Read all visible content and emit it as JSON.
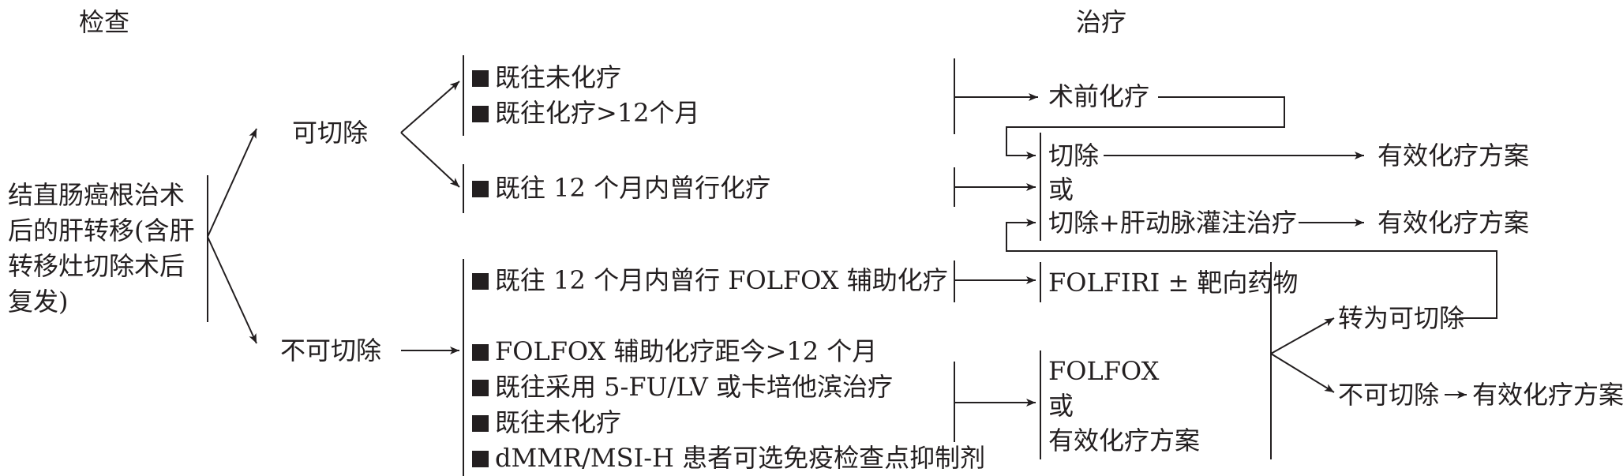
{
  "headers": {
    "exam": "检查",
    "treatment": "治疗"
  },
  "root": {
    "lines": [
      "结直肠癌根治术",
      "后的肝转移(含肝",
      "转移灶切除术后",
      "复发)"
    ]
  },
  "branches": {
    "resectable": "可切除",
    "unresectable": "不可切除"
  },
  "resectable_conditions": {
    "group1": [
      "既往未化疗",
      "既往化疗>12个月"
    ],
    "group2": [
      "既往 12 个月内曾行化疗"
    ]
  },
  "unresectable_conditions": {
    "group1": [
      "既往 12 个月内曾行 FOLFOX 辅助化疗"
    ],
    "group2": [
      "FOLFOX 辅助化疗距今>12 个月",
      "既往采用 5-FU/LV 或卡培他滨治疗",
      "既往未化疗",
      "dMMR/MSI-H 患者可选免疫检查点抑制剂"
    ]
  },
  "treatments": {
    "neoadjuvant": "术前化疗",
    "resection": "切除",
    "or": "或",
    "resection_hai": "切除+肝动脉灌注治疗",
    "effective_regimen": "有效化疗方案",
    "folfiri": "FOLFIRI ± 靶向药物",
    "folfox": "FOLFOX",
    "convert_resectable": "转为可切除",
    "still_unresectable": "不可切除"
  }
}
